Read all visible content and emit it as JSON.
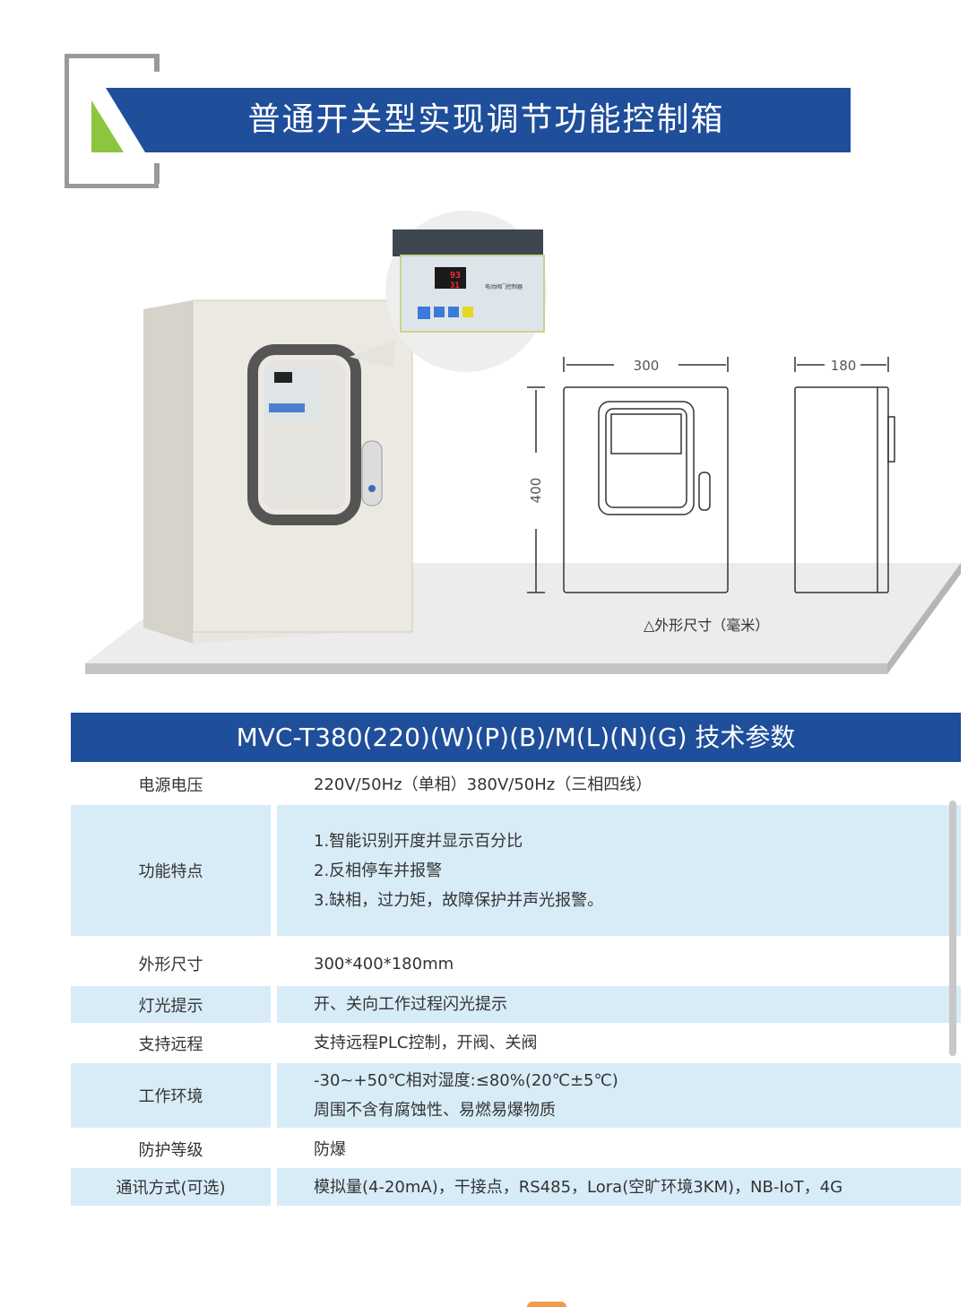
{
  "title": "普通开关型实现调节功能控制箱",
  "product_image": {
    "display_values": [
      "93",
      "31"
    ],
    "panel_label": "电动阀门控制器",
    "dimension_width": "300",
    "dimension_height": "400",
    "dimension_depth": "180",
    "caption": "△外形尺寸（毫米）"
  },
  "params": {
    "header": "MVC-T380(220)(W)(P)(B)/M(L)(N)(G) 技术参数",
    "rows": [
      {
        "label": "电源电压",
        "lines": [
          "220V/50Hz（单相）380V/50Hz（三相四线）"
        ]
      },
      {
        "label": "功能特点",
        "lines": [
          "1.智能识别开度并显示百分比",
          "2.反相停车并报警",
          "3.缺相，过力矩，故障保护并声光报警。"
        ]
      },
      {
        "label": "外形尺寸",
        "lines": [
          "300*400*180mm"
        ]
      },
      {
        "label": "灯光提示",
        "lines": [
          "开、关向工作过程闪光提示"
        ]
      },
      {
        "label": "支持远程",
        "lines": [
          "支持远程PLC控制，开阀、关阀"
        ]
      },
      {
        "label": "工作环境",
        "lines": [
          "-30~+50℃相对湿度:≤80%(20℃±5℃)",
          "周围不含有腐蚀性、易燃易爆物质"
        ]
      },
      {
        "label": "防护等级",
        "lines": [
          "防爆"
        ]
      },
      {
        "label": "通讯方式(可选)",
        "lines": [
          "模拟量(4-20mA)，干接点，RS485，Lora(空旷环境3KM)，NB-IoT，4G"
        ]
      }
    ]
  },
  "colors": {
    "brand_blue": "#1f4e9a",
    "row_blue": "#d8ecf8",
    "accent_green": "#8cc63f"
  }
}
